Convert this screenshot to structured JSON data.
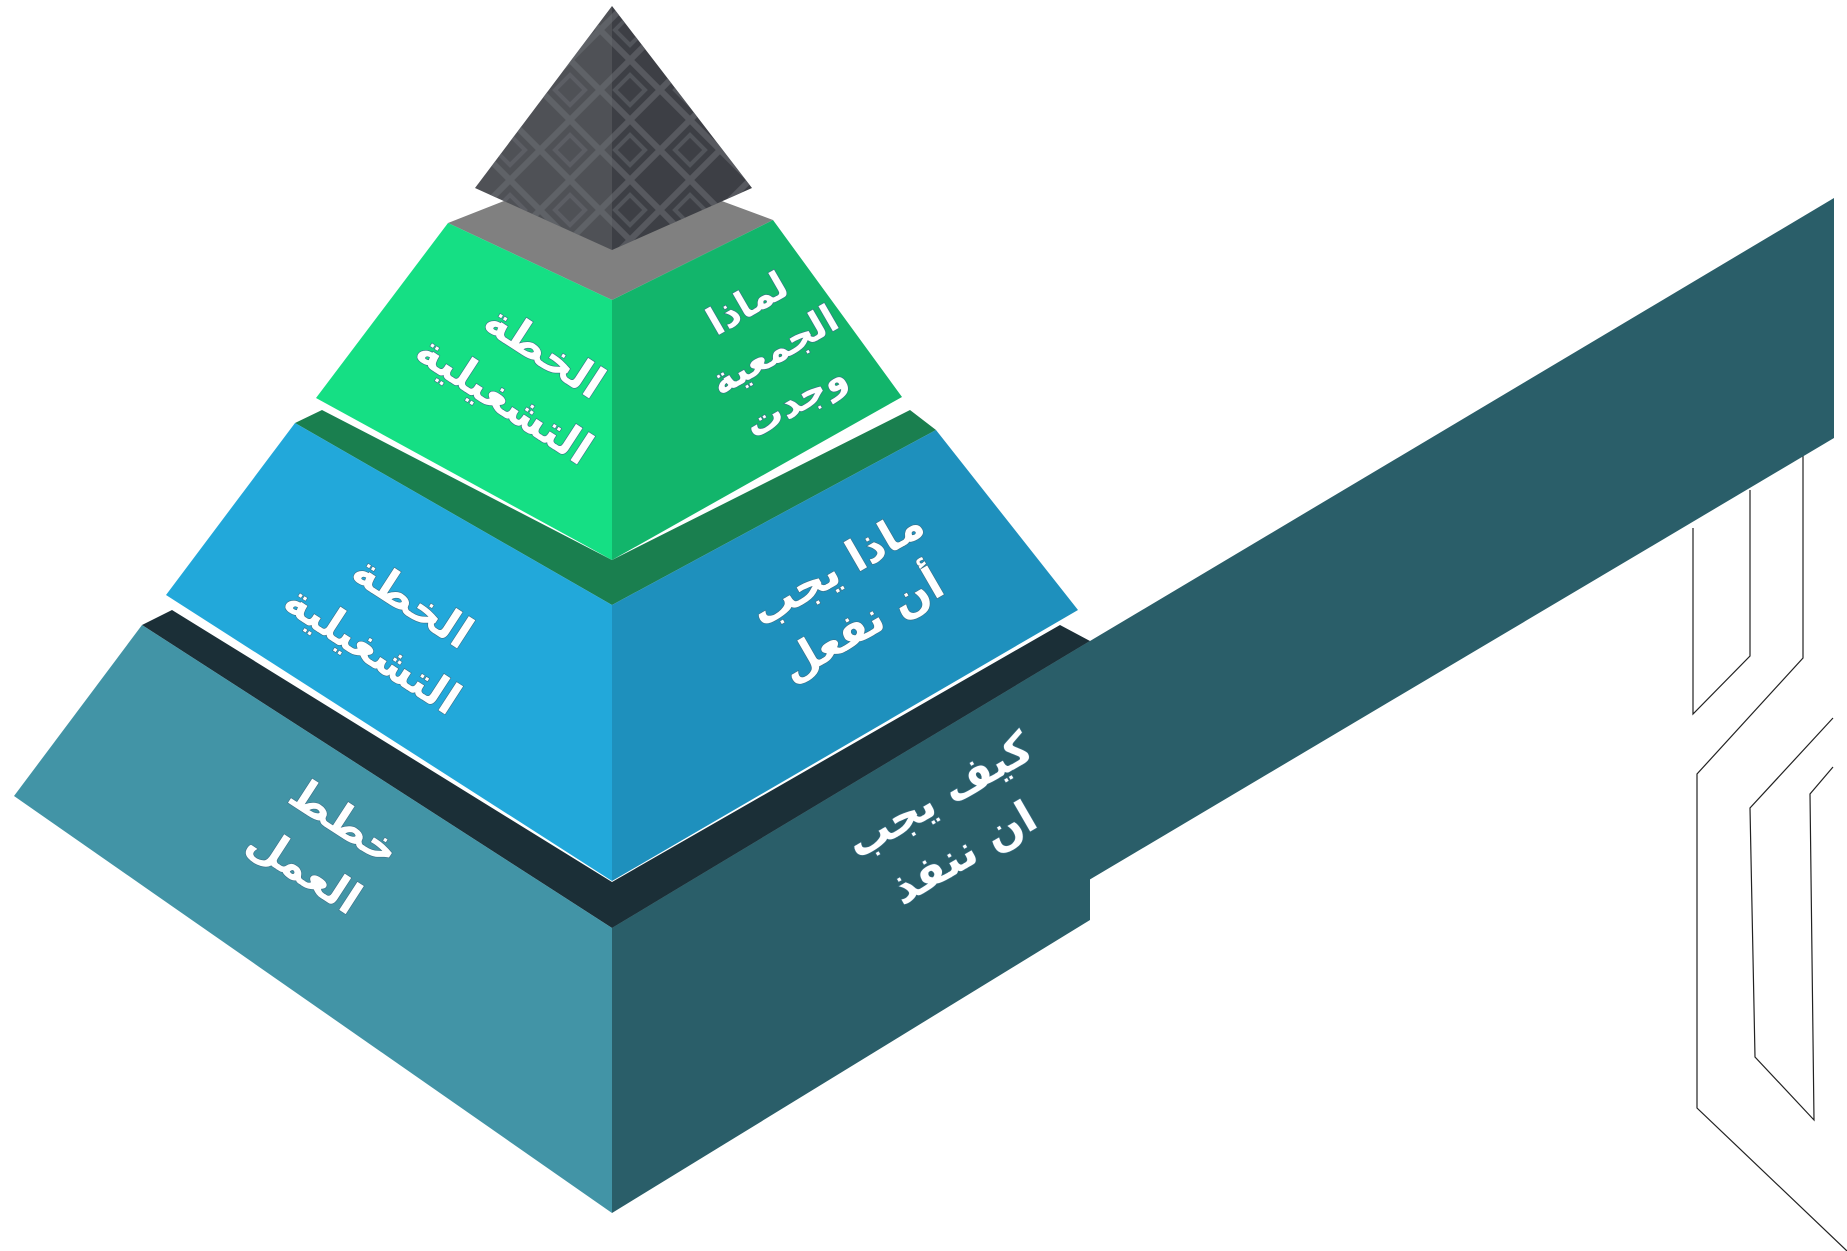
{
  "diagram": {
    "type": "layered-pyramid",
    "levels": [
      {
        "id": "apex",
        "colors": {
          "left": "#4f5156",
          "right": "#3d3f45",
          "top": "#808080"
        }
      },
      {
        "id": "level-1",
        "colors": {
          "left": "#15df84",
          "right": "#12b56b",
          "ledge": "#1a7f4f"
        },
        "left_text": [
          "الخطة",
          "التشغيلية"
        ],
        "right_text": [
          "لماذا",
          "الجمعية",
          "وجدت"
        ]
      },
      {
        "id": "level-2",
        "colors": {
          "left": "#22a8da",
          "right": "#1e90bd",
          "ledge": "#1b2f37"
        },
        "left_text": [
          "الخطة",
          "التشغيلية"
        ],
        "right_text": [
          "ماذا يجب",
          "أن نفعل"
        ]
      },
      {
        "id": "level-3",
        "colors": {
          "left": "#4294a6",
          "right": "#2a5e69"
        },
        "left_text": [
          "خطط",
          "العمل"
        ],
        "right_text": [
          "كيف يجب",
          "ان ننفذ"
        ]
      }
    ],
    "band_color": "#2a5e69",
    "outline_color": "#222222"
  }
}
